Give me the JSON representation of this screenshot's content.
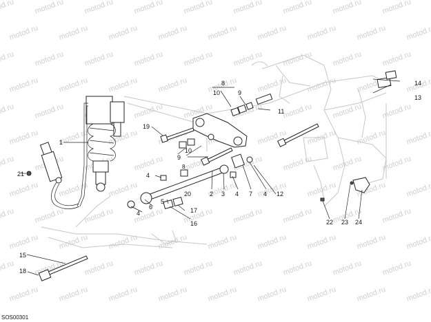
{
  "watermark": "motod.ru",
  "drawing_ref": "SOS00301",
  "callouts": [
    {
      "id": "c1",
      "text": "1"
    },
    {
      "id": "c2",
      "text": "2"
    },
    {
      "id": "c3",
      "text": "3"
    },
    {
      "id": "c4a",
      "text": "4"
    },
    {
      "id": "c4b",
      "text": "4"
    },
    {
      "id": "c4c",
      "text": "4"
    },
    {
      "id": "c4d",
      "text": "4"
    },
    {
      "id": "c5",
      "text": "5"
    },
    {
      "id": "c6",
      "text": "6"
    },
    {
      "id": "c7",
      "text": "7"
    },
    {
      "id": "c8a",
      "text": "8"
    },
    {
      "id": "c8b",
      "text": "8"
    },
    {
      "id": "c9a",
      "text": "9"
    },
    {
      "id": "c9b",
      "text": "9"
    },
    {
      "id": "c10a",
      "text": "10"
    },
    {
      "id": "c10b",
      "text": "10"
    },
    {
      "id": "c11",
      "text": "11"
    },
    {
      "id": "c12",
      "text": "12"
    },
    {
      "id": "c13",
      "text": "13"
    },
    {
      "id": "c14",
      "text": "14"
    },
    {
      "id": "c15",
      "text": "15"
    },
    {
      "id": "c16",
      "text": "16"
    },
    {
      "id": "c17",
      "text": "17"
    },
    {
      "id": "c18",
      "text": "18"
    },
    {
      "id": "c19",
      "text": "19"
    },
    {
      "id": "c20",
      "text": "20"
    },
    {
      "id": "c21",
      "text": "21"
    },
    {
      "id": "c22",
      "text": "22"
    },
    {
      "id": "c23",
      "text": "23"
    },
    {
      "id": "c24",
      "text": "24"
    }
  ]
}
